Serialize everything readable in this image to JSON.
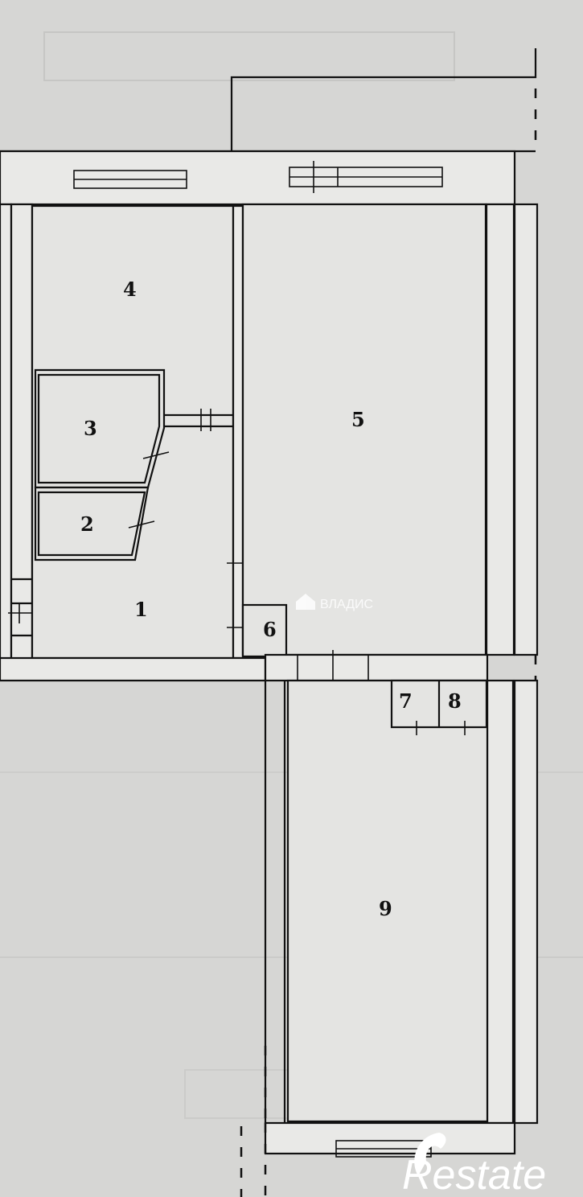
{
  "rooms": [
    {
      "id": "1",
      "label": "1"
    },
    {
      "id": "2",
      "label": "2"
    },
    {
      "id": "3",
      "label": "3"
    },
    {
      "id": "4",
      "label": "4"
    },
    {
      "id": "5",
      "label": "5"
    },
    {
      "id": "6",
      "label": "6"
    },
    {
      "id": "7",
      "label": "7"
    },
    {
      "id": "8",
      "label": "8"
    },
    {
      "id": "9",
      "label": "9"
    }
  ],
  "watermarks": {
    "center": "ВЛАДИС",
    "corner": "Restate"
  },
  "colors": {
    "paper": "#d6d6d4",
    "lines": "#111111",
    "watermark": "#ffffff"
  }
}
